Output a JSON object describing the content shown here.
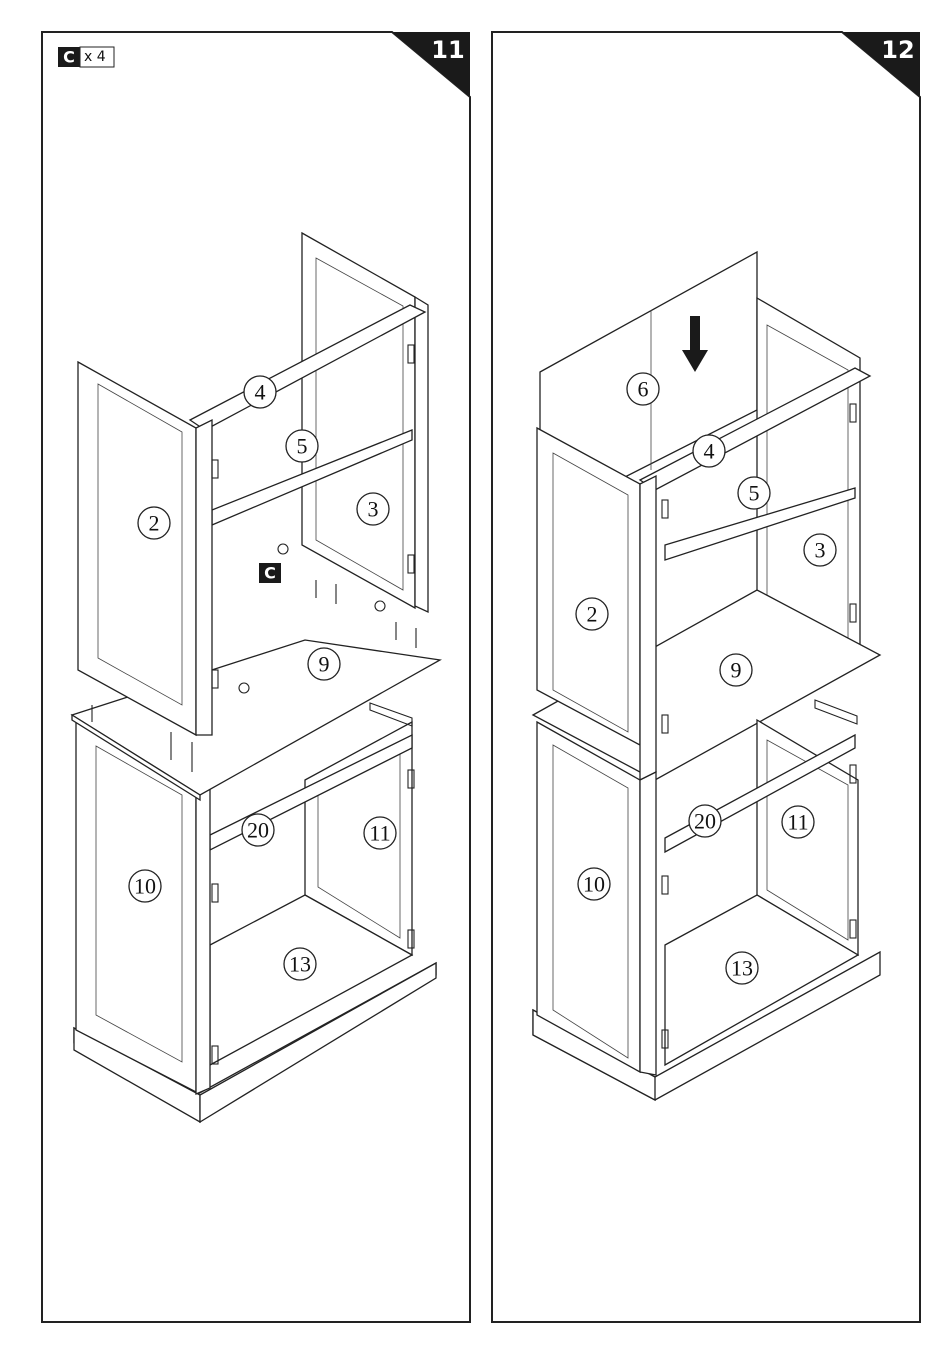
{
  "steps": [
    {
      "number": "11",
      "hardware": {
        "code": "C",
        "quantity": "x 4"
      },
      "part_labels": [
        "2",
        "3",
        "4",
        "5",
        "9",
        "10",
        "11",
        "13",
        "20"
      ],
      "callout": "C"
    },
    {
      "number": "12",
      "part_labels": [
        "2",
        "3",
        "4",
        "5",
        "6",
        "9",
        "10",
        "11",
        "13",
        "20"
      ]
    }
  ]
}
